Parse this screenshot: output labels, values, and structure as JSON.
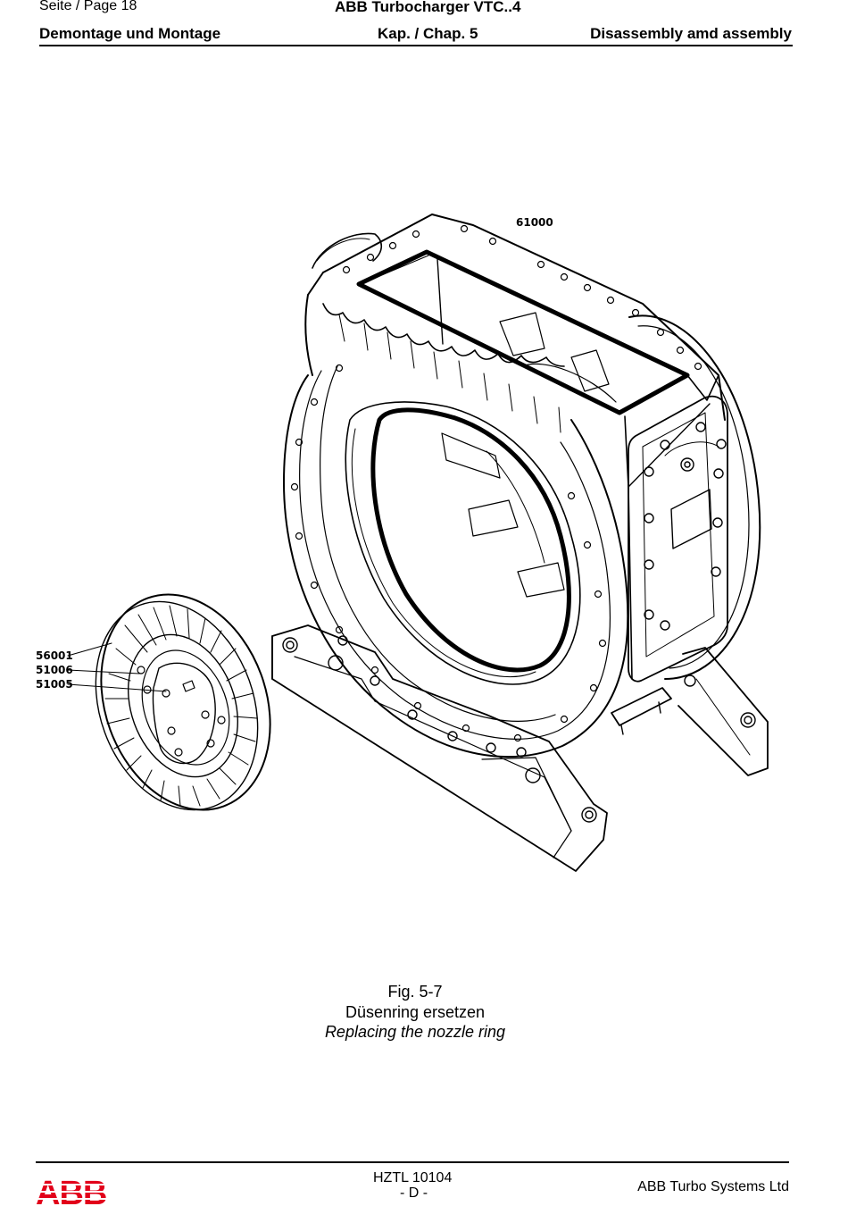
{
  "header": {
    "page_label": "Seite / Page  18",
    "product_title": "ABB Turbocharger VTC..4",
    "section_de": "Demontage und Montage",
    "chapter": "Kap. / Chap. 5",
    "section_en": "Disassembly amd assembly"
  },
  "figure": {
    "callouts": {
      "housing": "61000",
      "nozzle_ring": "56001",
      "screw": "51006",
      "washer": "51005"
    },
    "caption": {
      "number": "Fig. 5-7",
      "title_de": "Düsenring ersetzen",
      "title_en": "Replacing the nozzle ring"
    }
  },
  "footer": {
    "logo_text": "ABB",
    "doc_number": "HZTL 10104",
    "language_code": "- D -",
    "company": "ABB Turbo Systems Ltd",
    "brand_color": "#e2001a"
  }
}
